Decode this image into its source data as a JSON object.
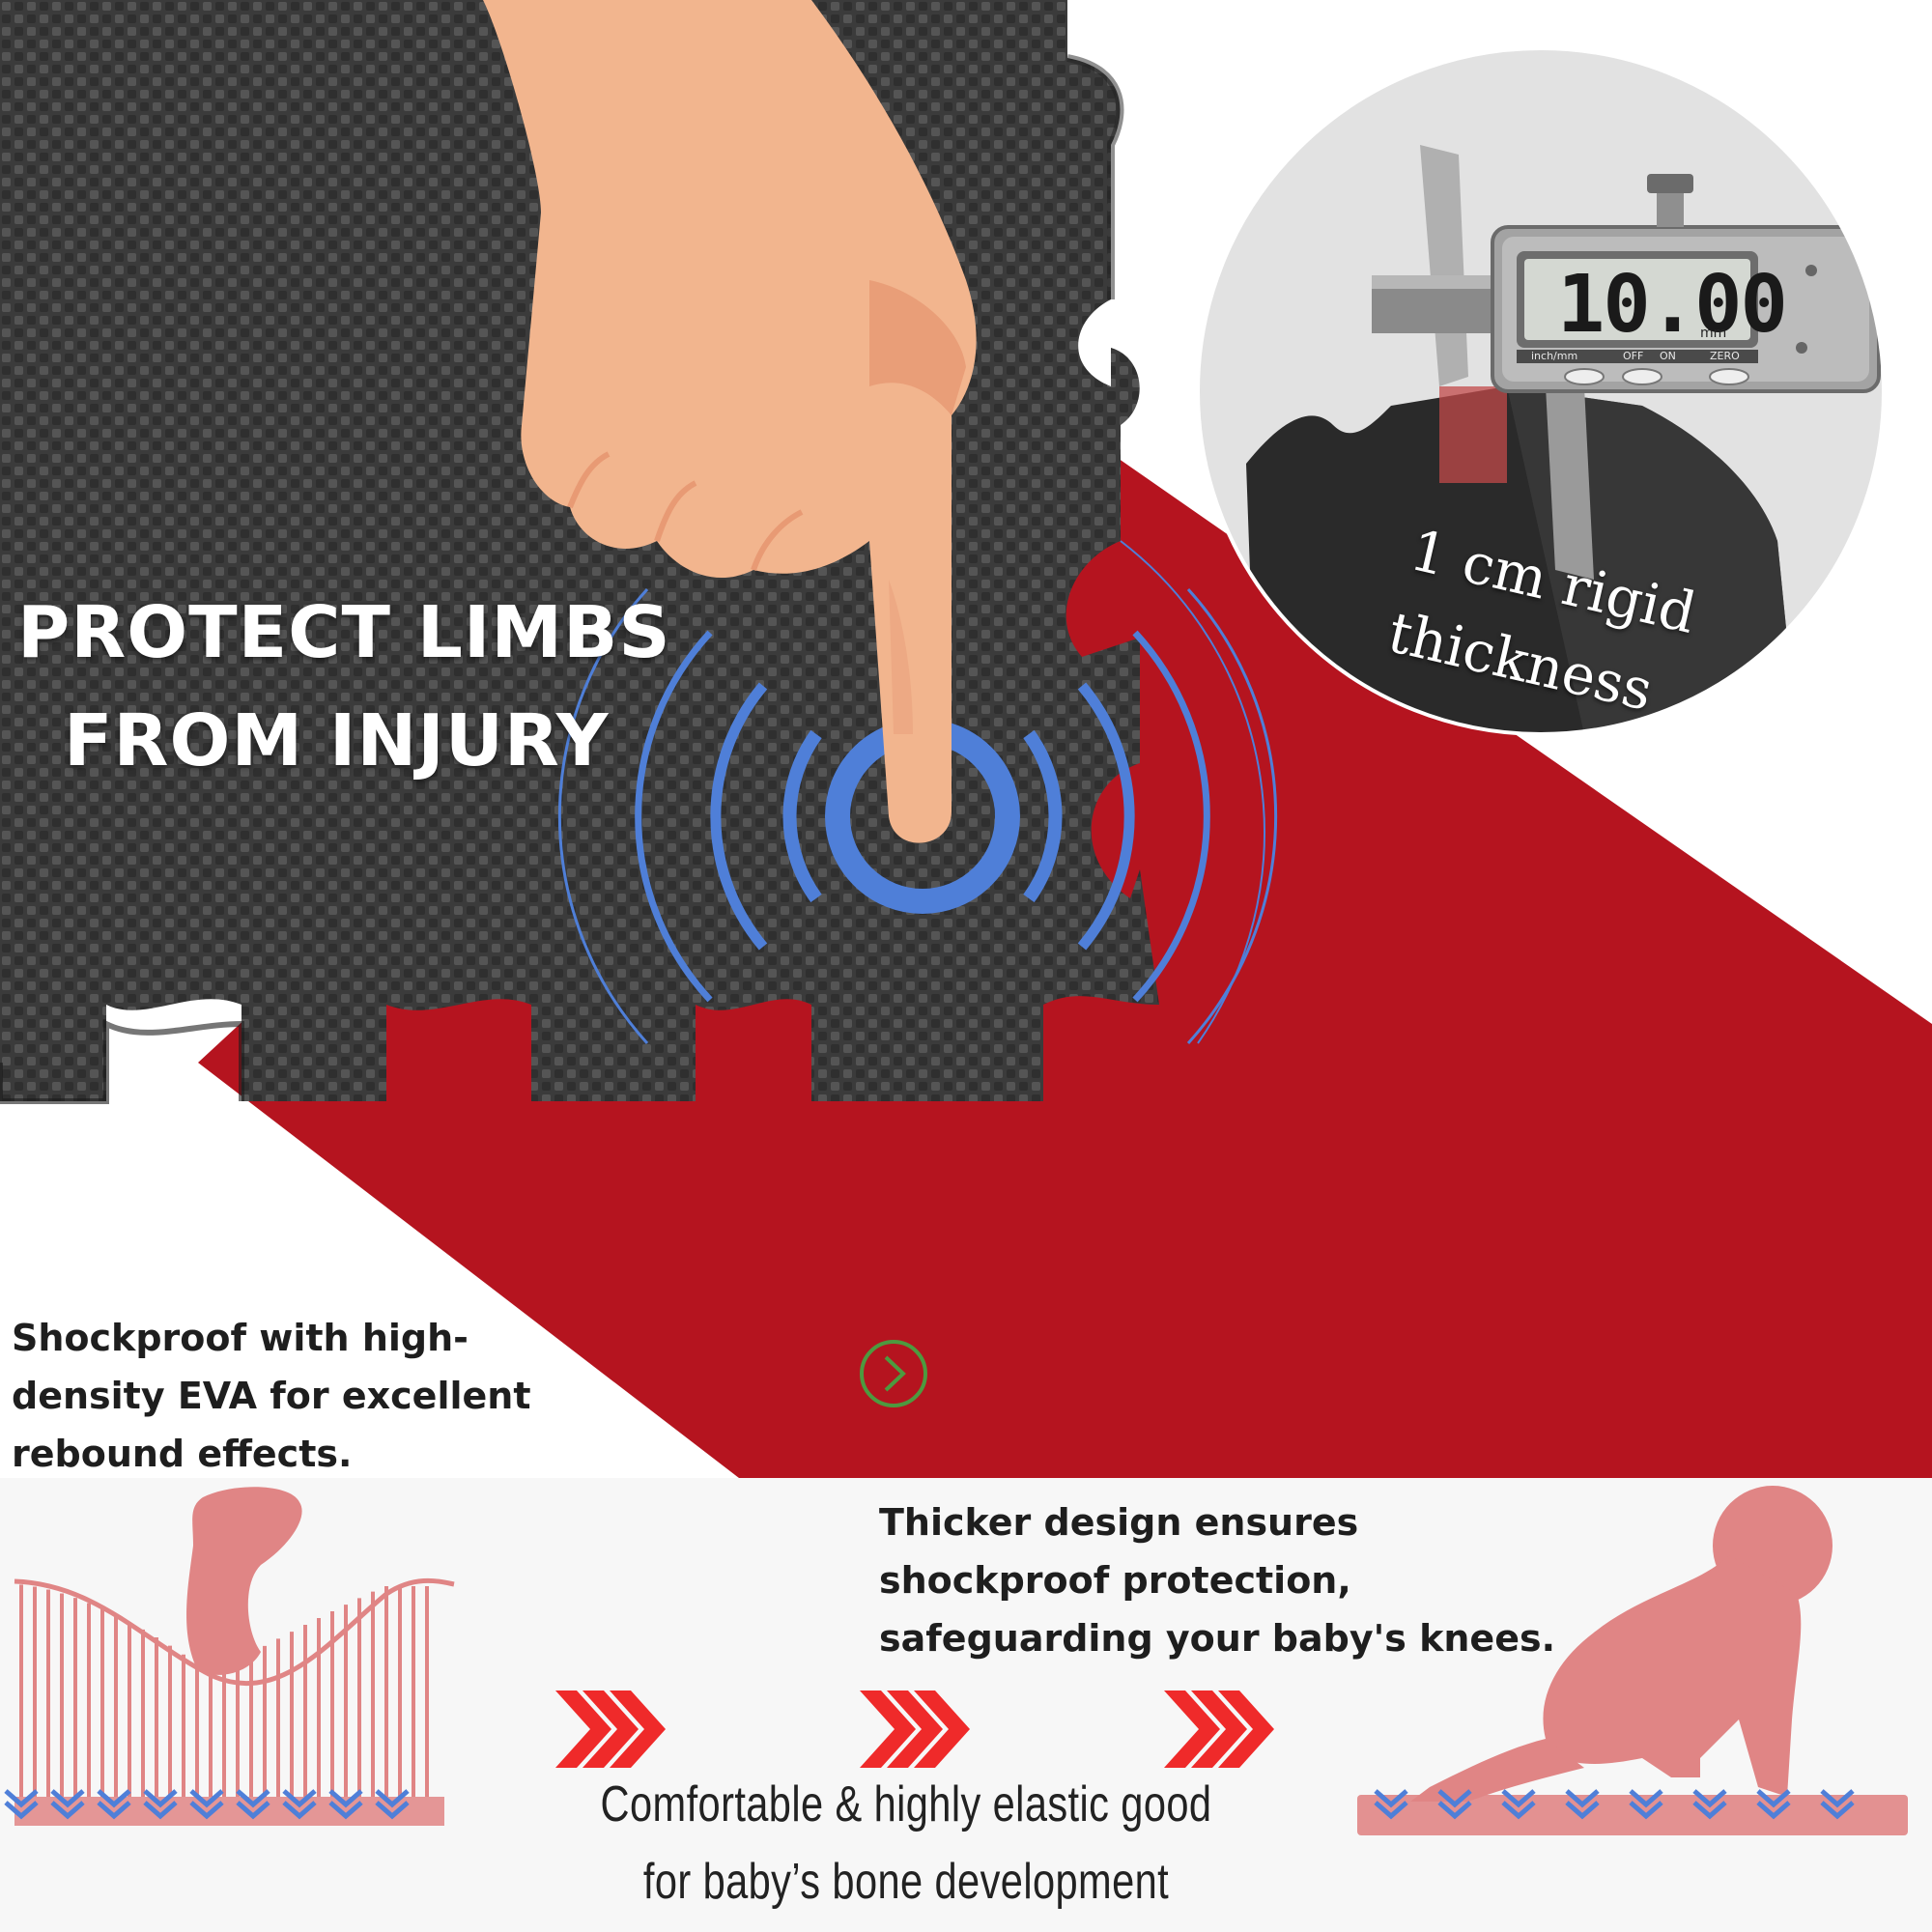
{
  "headline": {
    "line1": "PROTECT LIMBS",
    "line2": "FROM INJURY"
  },
  "caliper": {
    "reading": "10.00",
    "unit": "mm",
    "button_inch_mm": "inch/mm",
    "button_off": "OFF",
    "button_on": "ON",
    "button_zero": "ZERO",
    "caption_line1": "1 cm rigid",
    "caption_line2": "thickness"
  },
  "features": {
    "left": [
      "Shockproof with high-",
      "density EVA for excellent",
      "rebound effects."
    ],
    "right": [
      "Thicker design ensures",
      "shockproof protection,",
      "safeguarding your baby's knees."
    ]
  },
  "bottom_caption": {
    "line1": "Comfortable & highly elastic good",
    "line2": "for baby’s bone development"
  },
  "icons": {
    "next": "chevron-right-circle-icon",
    "press": "ripple-press-icon",
    "arrows": "triple-chevron-right-icon"
  },
  "colors": {
    "red": "#b5141f",
    "mat": "#3a3a3a",
    "ripple": "#4f7fd8",
    "skin": "#f2b58e",
    "pink": "#e08585",
    "arrow_red": "#ef2a2a",
    "bottom_bg": "#f7f7f7",
    "green_ring": "#4d9a3f"
  }
}
